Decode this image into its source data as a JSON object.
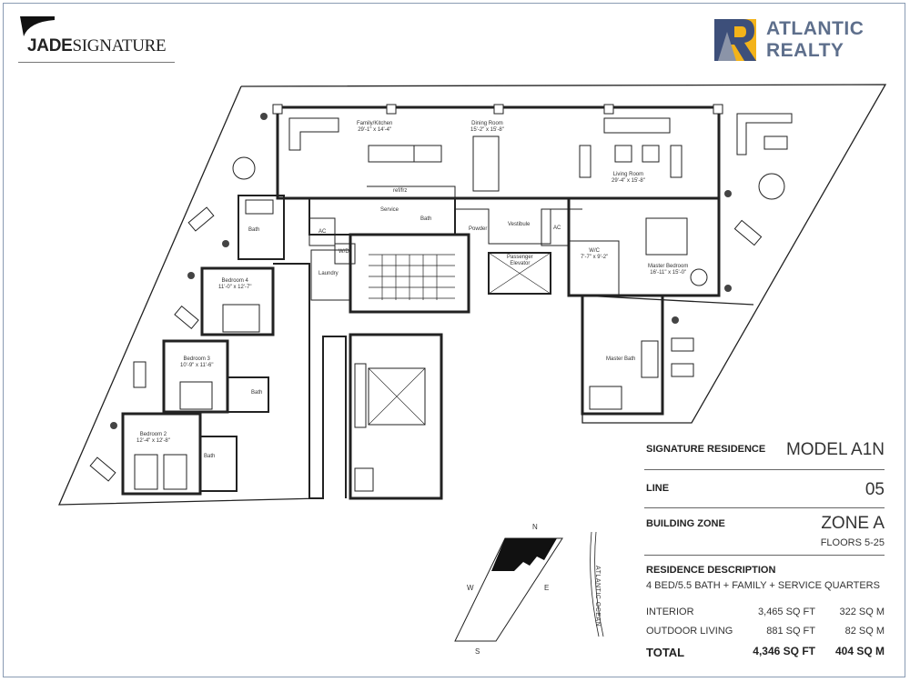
{
  "brand": {
    "jade_bold": "JADE",
    "jade_italic": "SIGNATURE",
    "realtor_line1": "ATLANTIC",
    "realtor_line2": "REALTY",
    "realtor_colors": {
      "navy": "#3d4f7a",
      "gold": "#f3b31a",
      "gray": "#8b94a8"
    }
  },
  "rooms": {
    "family_kitchen": {
      "name": "Family/Kitchen",
      "dims": "29'-1\" x 14'-4\""
    },
    "dining_room": {
      "name": "Dining Room",
      "dims": "15'-2\" x 15'-8\""
    },
    "living_room": {
      "name": "Living Room",
      "dims": "29'-4\" x 15'-8\""
    },
    "ref_frz": "ref/frz",
    "service": "Service",
    "bath_service": "Bath",
    "powder": "Powder",
    "vestibule": "Vestibule",
    "ac_left": "AC",
    "ac_right": "AC",
    "wd": "W/D",
    "laundry": "Laundry",
    "passenger_elevator": "Passenger\nElevator",
    "wic": {
      "name": "W/C",
      "dims": "7'-7\" x 9'-2\""
    },
    "master_bedroom": {
      "name": "Master Bedroom",
      "dims": "16'-11\" x 15'-0\""
    },
    "master_bath": "Master Bath",
    "bath_b4": "Bath",
    "bedroom_4": {
      "name": "Bedroom 4",
      "dims": "11'-0\" x 12'-7\""
    },
    "bedroom_3": {
      "name": "Bedroom 3",
      "dims": "10'-9\" x 11'-6\""
    },
    "bath_b3": "Bath",
    "bedroom_2": {
      "name": "Bedroom 2",
      "dims": "12'-4\" x 12'-8\""
    },
    "bath_b2": "Bath"
  },
  "info": {
    "signature_label": "SIGNATURE RESIDENCE",
    "model": "MODEL A1N",
    "line_label": "LINE",
    "line_value": "05",
    "zone_label": "BUILDING ZONE",
    "zone_value": "ZONE A",
    "floors": "FLOORS 5-25",
    "desc_label": "RESIDENCE DESCRIPTION",
    "desc_value": "4 BED/5.5 BATH + FAMILY + SERVICE  QUARTERS",
    "interior_label": "INTERIOR",
    "interior_sqft": "3,465 SQ FT",
    "interior_sqm": "322 SQ M",
    "outdoor_label": "OUTDOOR LIVING",
    "outdoor_sqft": "881 SQ FT",
    "outdoor_sqm": "82 SQ M",
    "total_label": "TOTAL",
    "total_sqft": "4,346 SQ FT",
    "total_sqm": "404 SQ M"
  },
  "keyplan": {
    "north": "N",
    "south": "S",
    "east": "E",
    "west": "W",
    "ocean": "ATLANTIC OCEAN"
  }
}
